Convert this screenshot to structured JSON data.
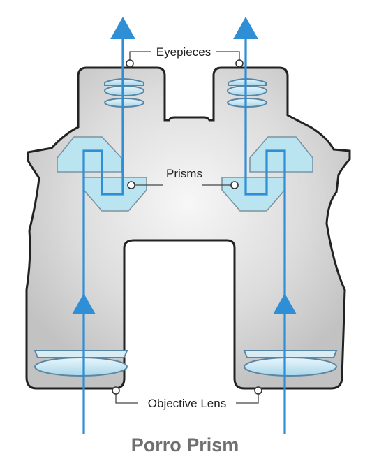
{
  "labels": {
    "eyepieces": "Eyepieces",
    "prisms": "Prisms",
    "objective": "Objective Lens"
  },
  "caption": "Porro Prism",
  "colors": {
    "ray": "#2f8fd6",
    "prism": "#b9e4f0",
    "body_outline": "#222222",
    "caption": "#6f6f6f"
  }
}
